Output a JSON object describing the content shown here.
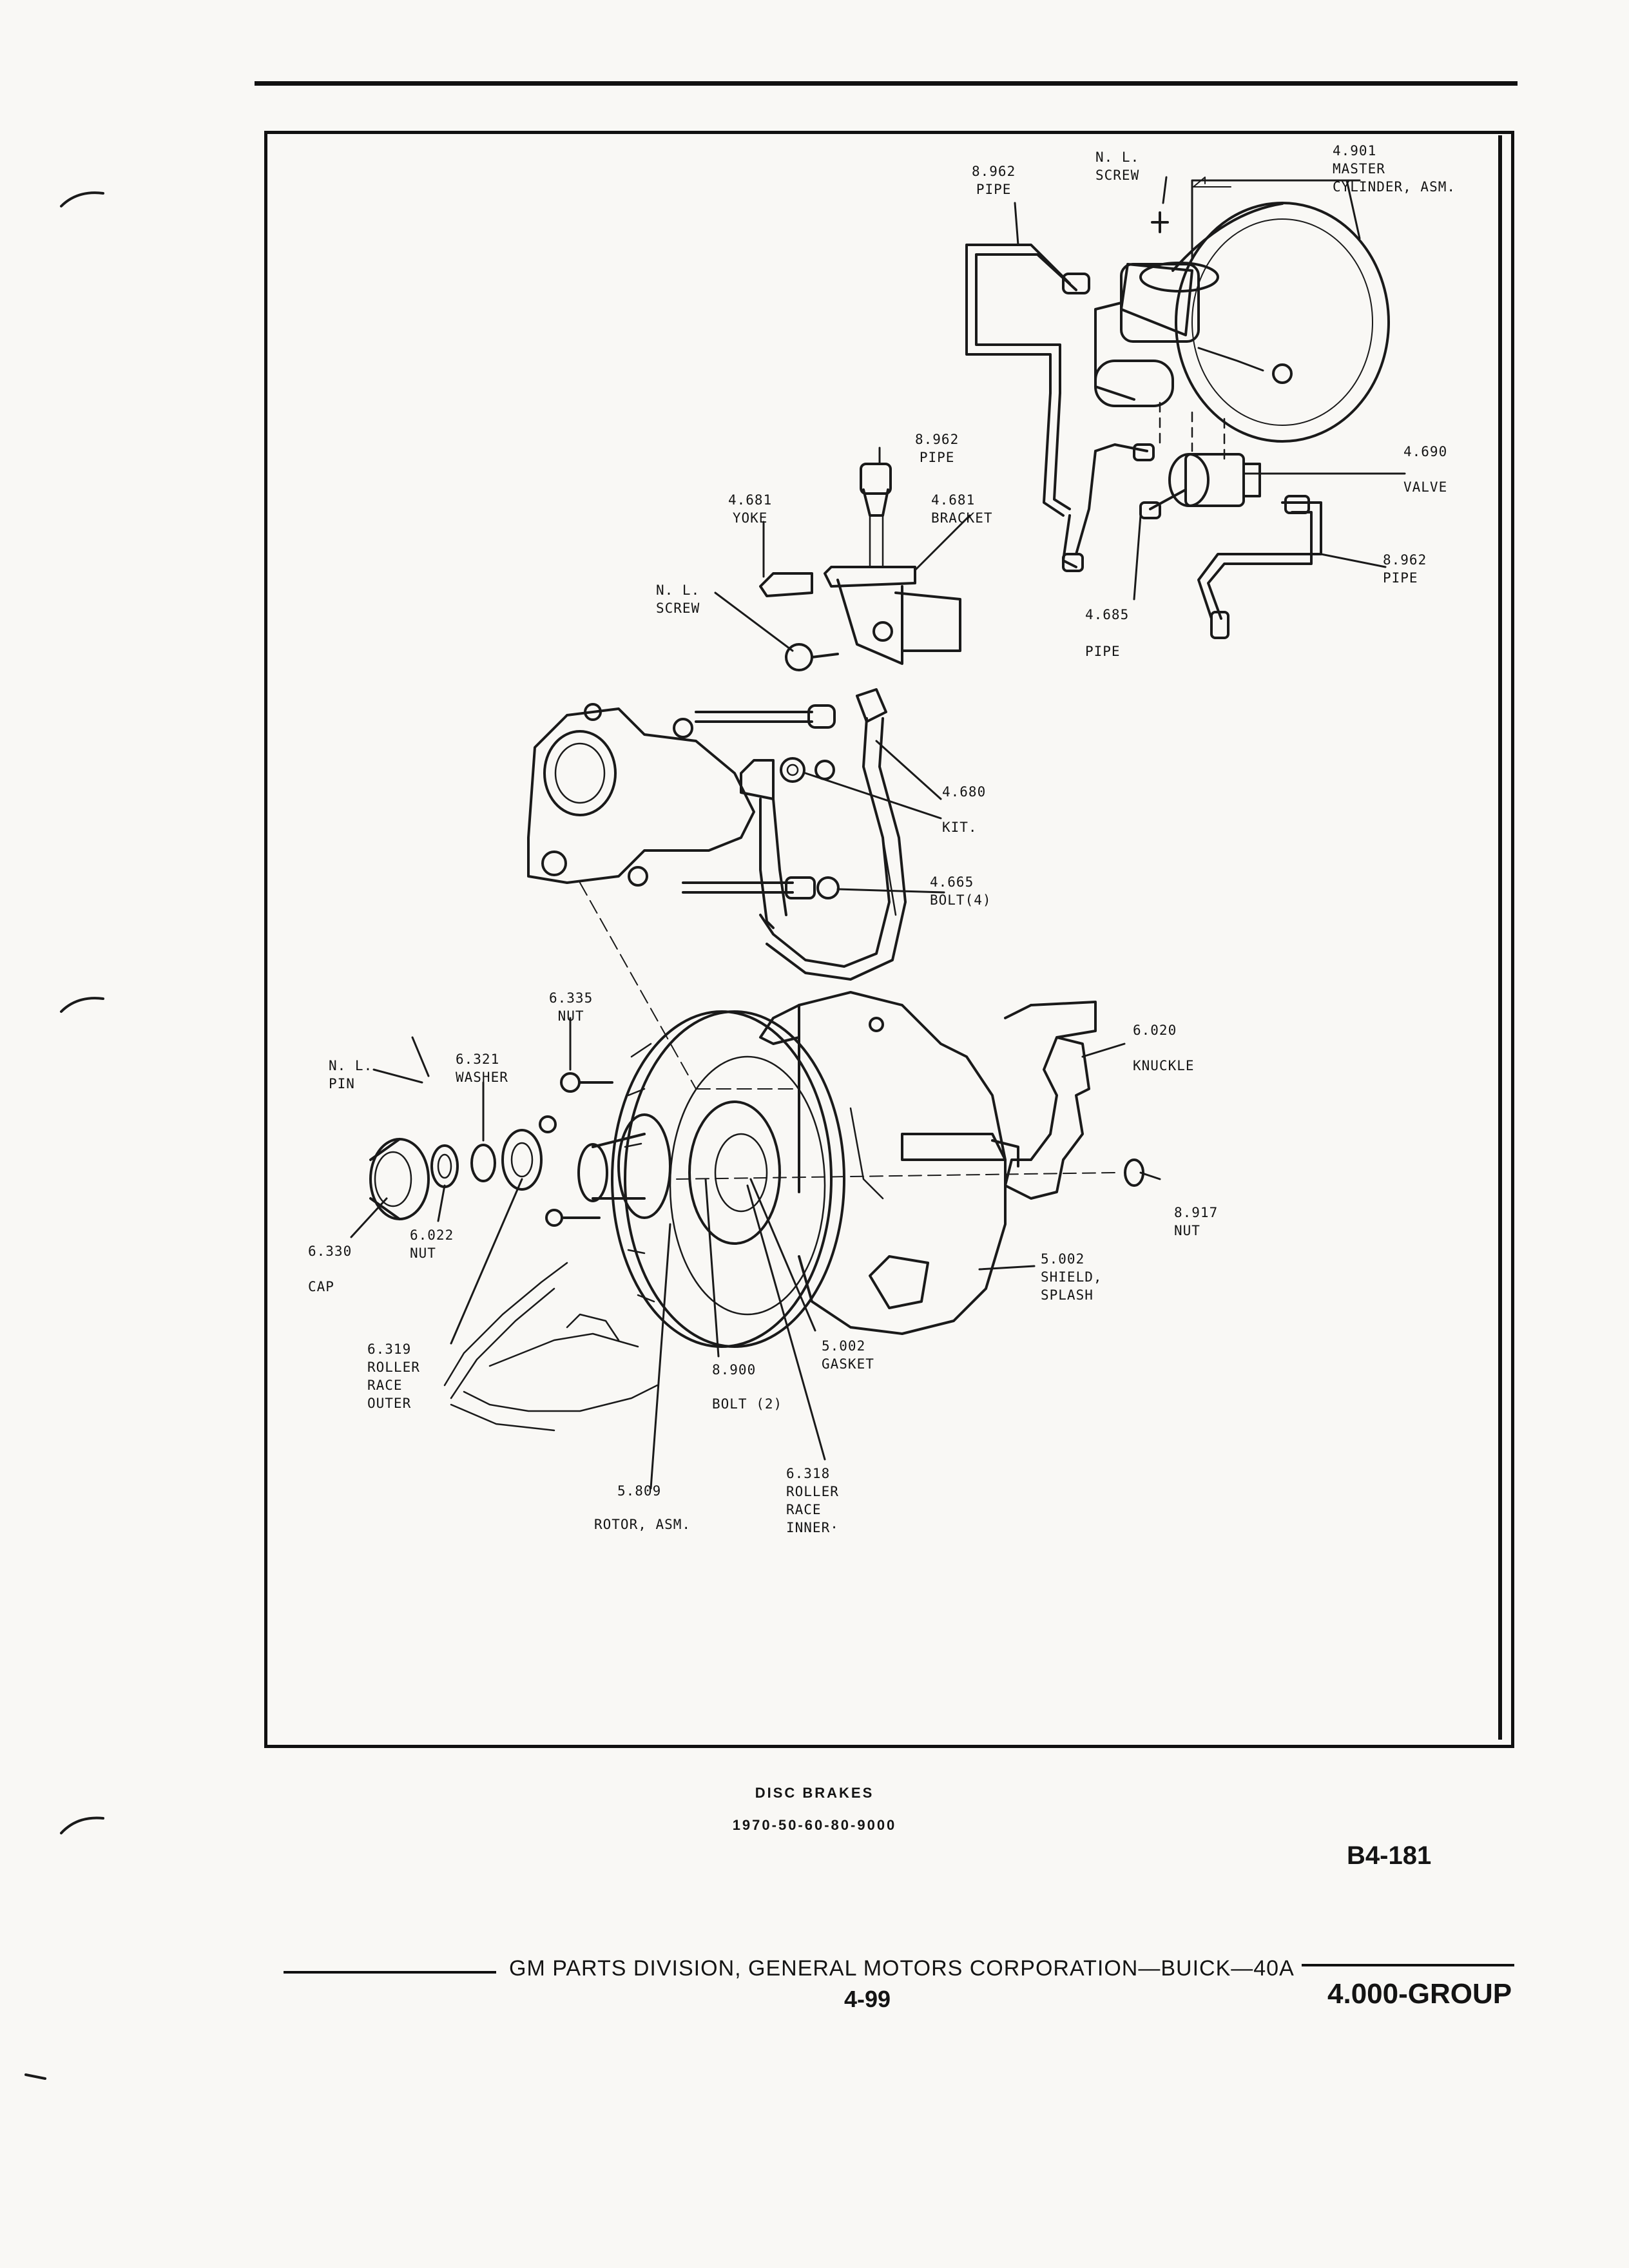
{
  "callouts": {
    "nl_screw_top": "N. L.\nSCREW",
    "master_cyl": "4.901\nMASTER\nCYLINDER, ASM.",
    "pipe_8962_top": "8.962\nPIPE",
    "pipe_8962_mid": "8.962\nPIPE",
    "yoke": "4.681\nYOKE",
    "bracket": "4.681\nBRACKET",
    "valve_num": "4.690",
    "valve": "VALVE",
    "pipe_8962_right": "8.962\nPIPE",
    "nl_screw_mid": "N. L.\nSCREW",
    "pipe_4685_num": "4.685",
    "pipe_4685": "PIPE",
    "kit_num": "4.680",
    "kit": "KIT.",
    "bolt_4665": "4.665\nBOLT(4)",
    "nut_6335": "6.335\nNUT",
    "washer": "6.321\nWASHER",
    "nl_pin": "N. L.\nPIN",
    "knuckle_num": "6.020",
    "knuckle": "KNUCKLE",
    "nut_8917": "8.917\nNUT",
    "cap_num": "6.330",
    "cap": "CAP",
    "nut_6022": "6.022\nNUT",
    "shield": "5.002\nSHIELD,\nSPLASH",
    "gasket": "5.002\nGASKET",
    "roller_outer": "6.319\nROLLER\nRACE\nOUTER",
    "bolt_8900_num": "8.900",
    "bolt_8900": "BOLT (2)",
    "rotor_num": "5.809",
    "rotor": "ROTOR, ASM.",
    "roller_inner": "6.318\nROLLER\nRACE\nINNER·"
  },
  "caption": {
    "title": "DISC BRAKES",
    "models": "1970-50-60-80-9000",
    "ref": "B4-181"
  },
  "footer": {
    "division": "GM PARTS DIVISION, GENERAL MOTORS CORPORATION—BUICK—40A",
    "page": "4-99",
    "group": "4.000-GROUP"
  }
}
